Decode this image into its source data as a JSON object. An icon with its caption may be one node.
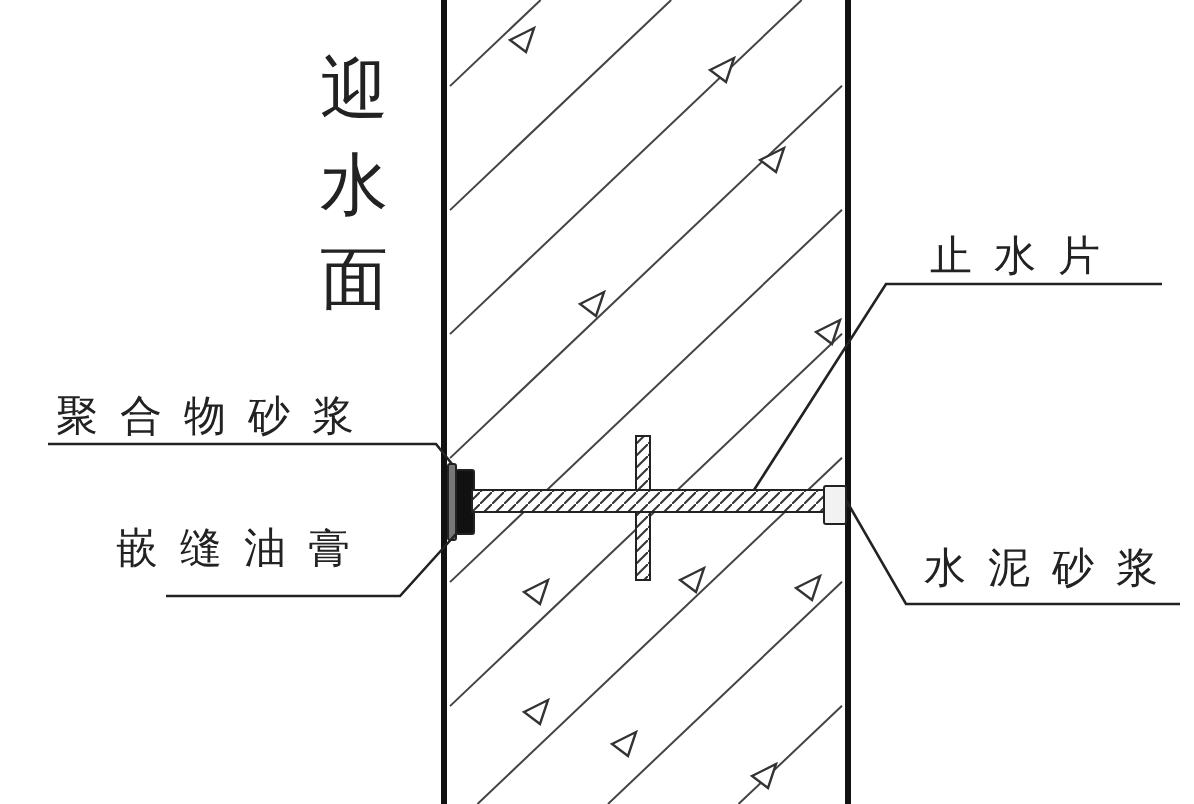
{
  "diagram": {
    "nodes": [
      {
        "text": [
          "聚合物砂浆"
        ]
      },
      {
        "text": [
          "嵌缝油膏"
        ]
      },
      {
        "text": [
          "止水片"
        ]
      },
      {
        "text": [
          "水泥砂浆"
        ]
      },
      {
        "text": [],
        "shape": "box"
      },
      {
        "text": [],
        "shape": "box"
      },
      {
        "text": [],
        "shape": "bar"
      },
      {
        "text": [],
        "shape": "box"
      }
    ],
    "edges": [
      {
        "from": 0,
        "to": 4,
        "arrow": "none"
      },
      {
        "from": 1,
        "to": 5,
        "arrow": "none"
      },
      {
        "from": 2,
        "to": 6,
        "arrow": "none"
      },
      {
        "from": 3,
        "to": 7,
        "arrow": "none"
      }
    ],
    "labels": [
      "迎水面"
    ]
  }
}
